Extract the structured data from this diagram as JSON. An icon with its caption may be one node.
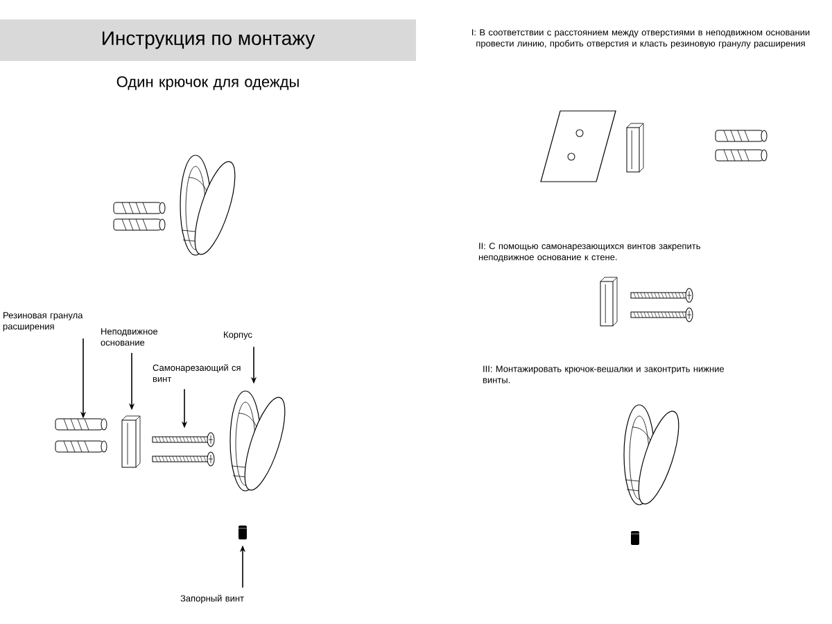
{
  "diagram": {
    "title": "Инструкция по монтажу",
    "nodes": [
      {
        "text": [
          "Резиновая гранула расширения"
        ]
      },
      {
        "text": [],
        "shape": "picture"
      },
      {
        "text": [
          "Неподвижное основание"
        ]
      },
      {
        "text": [],
        "shape": "picture"
      },
      {
        "text": [
          "Самонарезающий ся винт"
        ]
      },
      {
        "text": [],
        "shape": "picture"
      },
      {
        "text": [
          "Корпус"
        ]
      },
      {
        "text": [],
        "shape": "picture"
      },
      {
        "text": [
          "Запорный винт"
        ]
      },
      {
        "text": [],
        "shape": "picture"
      }
    ],
    "edges": [
      {
        "from": 0,
        "to": 1,
        "arrow": "to"
      },
      {
        "from": 2,
        "to": 3,
        "arrow": "to"
      },
      {
        "from": 4,
        "to": 5,
        "arrow": "to"
      },
      {
        "from": 6,
        "to": 7,
        "arrow": "to"
      },
      {
        "from": 8,
        "to": 9,
        "arrow": "to"
      }
    ],
    "labels": [
      "Один крючок для одежды",
      "I: В соответствии с расстоянием между отверстиями в неподвижном основании провести линию, пробить отверстия и класть резиновую гранулу расширения",
      "II: С помощью самонарезающихся винтов закрепить неподвижное основание к стене.",
      "III: Монтажировать крючок-вешалки и законтрить нижние винты."
    ]
  }
}
